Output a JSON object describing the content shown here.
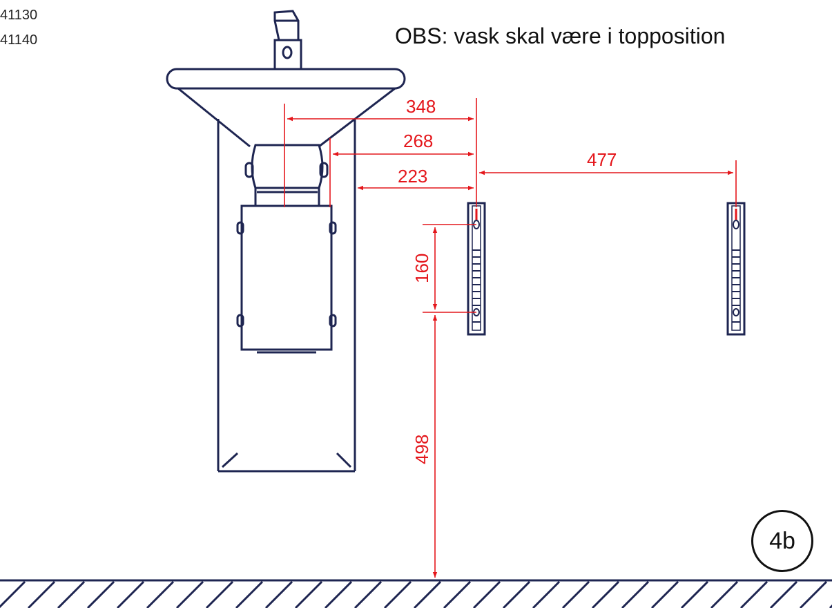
{
  "article_numbers": [
    "41130",
    "41140"
  ],
  "note": "OBS: vask skal være i topposition",
  "dimensions": {
    "d348": "348",
    "d268": "268",
    "d223": "223",
    "d477": "477",
    "d160": "160",
    "d498": "498"
  },
  "figure_label": "4b",
  "colors": {
    "line": "#1e2551",
    "dimension": "#e4161b"
  }
}
